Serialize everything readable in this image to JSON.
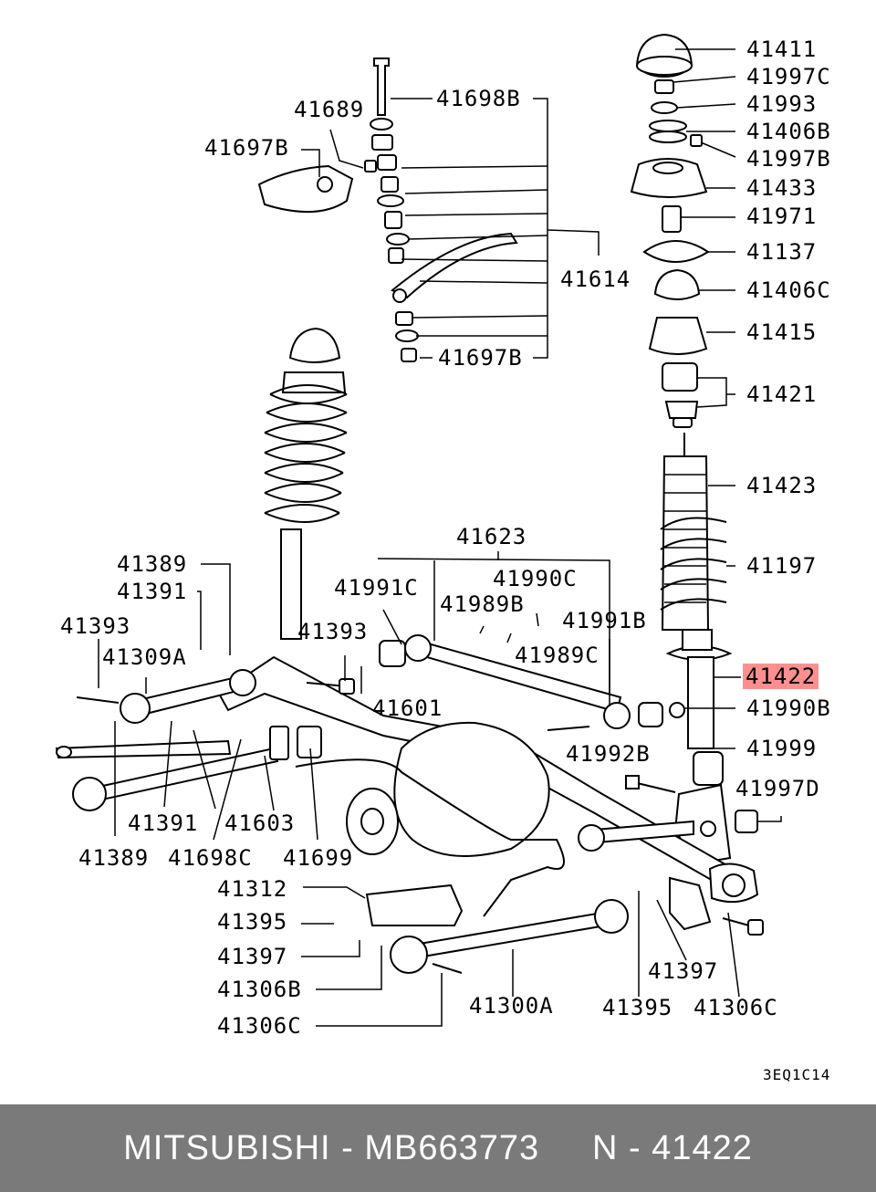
{
  "diagram": {
    "labels": {
      "p41411": "41411",
      "p41997C": "41997C",
      "p41993": "41993",
      "p41406B": "41406B",
      "p41997B": "41997B",
      "p41433": "41433",
      "p41971": "41971",
      "p41137": "41137",
      "p41406C": "41406C",
      "p41415": "41415",
      "p41421": "41421",
      "p41423": "41423",
      "p41197": "41197",
      "p41422": "41422",
      "p41990B": "41990B",
      "p41999": "41999",
      "p41997D": "41997D",
      "p41698B": "41698B",
      "p41689": "41689",
      "p41697B_top": "41697B",
      "p41614": "41614",
      "p41697B_low": "41697B",
      "p41623": "41623",
      "p41991C": "41991C",
      "p41990C": "41990C",
      "p41989B": "41989B",
      "p41991B": "41991B",
      "p41989C": "41989C",
      "p41389_top": "41389",
      "p41391_top": "41391",
      "p41393_left": "41393",
      "p41309A": "41309A",
      "p41393_mid": "41393",
      "p41601": "41601",
      "p41992B": "41992B",
      "p41391_low": "41391",
      "p41603": "41603",
      "p41389_low": "41389",
      "p41698C": "41698C",
      "p41699": "41699",
      "p41312": "41312",
      "p41395_left": "41395",
      "p41397_left": "41397",
      "p41306B": "41306B",
      "p41306C_left": "41306C",
      "p41300A": "41300A",
      "p41397_right": "41397",
      "p41395_right": "41395",
      "p41306C_right": "41306C"
    },
    "highlighted_part": "41422",
    "highlight_color": "#ff8f8f",
    "drawing_code": "3EQ1C14"
  },
  "footer": {
    "text": "MITSUBISHI - MB663773     N - 41422",
    "background": "#7a7a7a"
  }
}
